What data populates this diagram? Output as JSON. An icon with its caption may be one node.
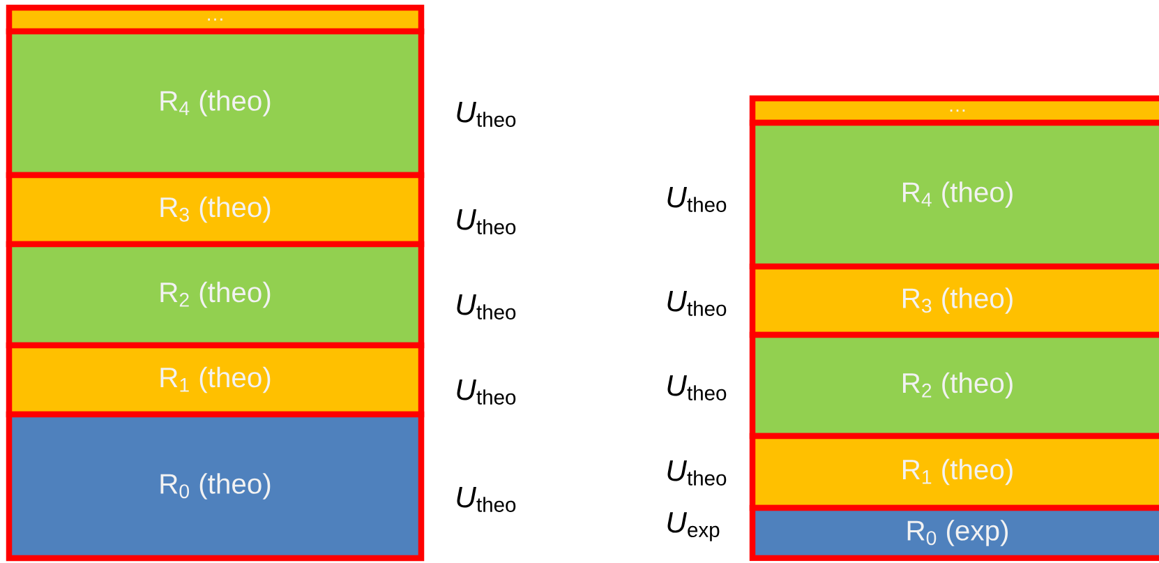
{
  "diagram": {
    "nodes": [
      {
        "text": [
          "…"
        ]
      },
      {
        "text": [
          "R$_{4}$ (theo)"
        ]
      },
      {
        "text": [
          "R$_{3}$ (theo)"
        ]
      },
      {
        "text": [
          "R$_{2}$ (theo)"
        ]
      },
      {
        "text": [
          "R$_{1}$ (theo)"
        ]
      },
      {
        "text": [
          "R$_{0}$ (theo)"
        ]
      },
      {
        "text": [
          "…"
        ]
      },
      {
        "text": [
          "R$_{4}$ (theo)"
        ]
      },
      {
        "text": [
          "R$_{3}$ (theo)"
        ]
      },
      {
        "text": [
          "R$_{2}$ (theo)"
        ]
      },
      {
        "text": [
          "R$_{1}$ (theo)"
        ]
      },
      {
        "text": [
          "R$_{0}$ (exp)"
        ]
      }
    ],
    "edges": [],
    "labels": [
      "*U*$_{theo}$",
      "*U*$_{theo}$",
      "*U*$_{theo}$",
      "*U*$_{theo}$",
      "*U*$_{theo}$",
      "*U*$_{theo}$",
      "*U*$_{theo}$",
      "*U*$_{theo}$",
      "*U*$_{theo}$",
      "*U*$_{exp}$"
    ]
  }
}
